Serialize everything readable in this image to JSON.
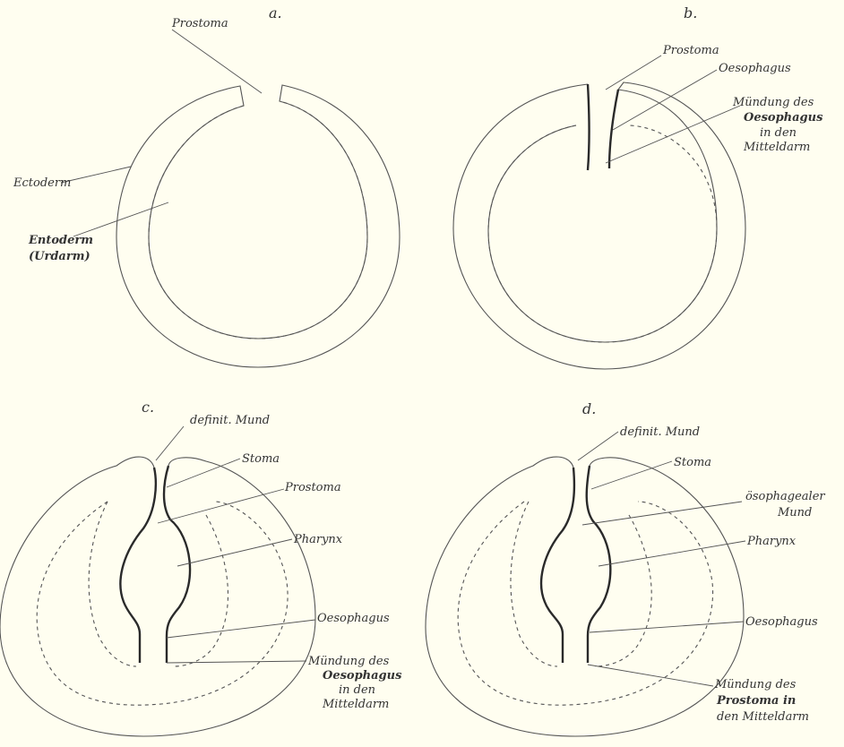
{
  "panels": {
    "a": {
      "letter": "a.",
      "prostoma": "Prostoma",
      "ectoderm": "Ectoderm",
      "entoderm": "Entoderm",
      "urdarm": "(Urdarm)"
    },
    "b": {
      "letter": "b.",
      "prostoma": "Prostoma",
      "oesophagus": "Oesophagus",
      "muendung_1": "Mündung des",
      "muendung_2": "Oesophagus",
      "muendung_3": "in den",
      "muendung_4": "Mitteldarm"
    },
    "c": {
      "letter": "c.",
      "mund": "definit. Mund",
      "stoma": "Stoma",
      "prostoma": "Prostoma",
      "pharynx": "Pharynx",
      "oesophagus": "Oesophagus",
      "muendung_1": "Mündung des",
      "muendung_2": "Oesophagus",
      "muendung_3": "in den",
      "muendung_4": "Mitteldarm"
    },
    "d": {
      "letter": "d.",
      "mund": "definit. Mund",
      "stoma": "Stoma",
      "oesoph_mund_1": "ösophagealer",
      "oesoph_mund_2": "Mund",
      "pharynx": "Pharynx",
      "oesophagus": "Oesophagus",
      "muendung_1": "Mündung des",
      "muendung_2": "Prostoma in",
      "muendung_3": "den Mitteldarm"
    }
  }
}
